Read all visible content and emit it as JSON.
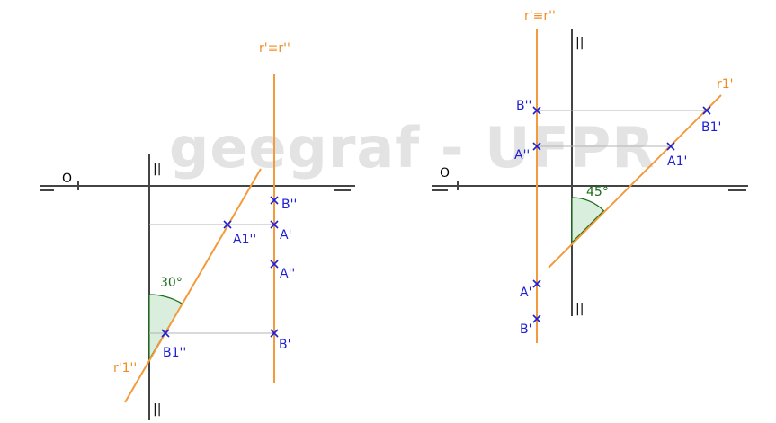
{
  "watermark": "geegraf - UFPR",
  "left": {
    "origin_label": "O",
    "plane_mark": "||",
    "line_label": "r'≡r''",
    "rotated_line_label": "r'1''",
    "angle_label": "30°",
    "points": {
      "B_pp": "B''",
      "A_p": "A'",
      "A1_pp": "A1''",
      "A_pp": "A''",
      "B_p": "B'",
      "B1_pp": "B1''"
    }
  },
  "right": {
    "origin_label": "O",
    "plane_mark": "||",
    "line_label": "r'≡r''",
    "rotated_line_label": "r1'",
    "angle_label": "45°",
    "points": {
      "B_pp": "B''",
      "A_pp": "A''",
      "B1_p": "B1'",
      "A1_p": "A1'",
      "A_p": "A'",
      "B_p": "B'"
    }
  },
  "colors": {
    "construction": "#f39b3c",
    "points": "#1f1fd6",
    "angle": "#1a6e1a",
    "angle_fill": "#d9eedc"
  }
}
